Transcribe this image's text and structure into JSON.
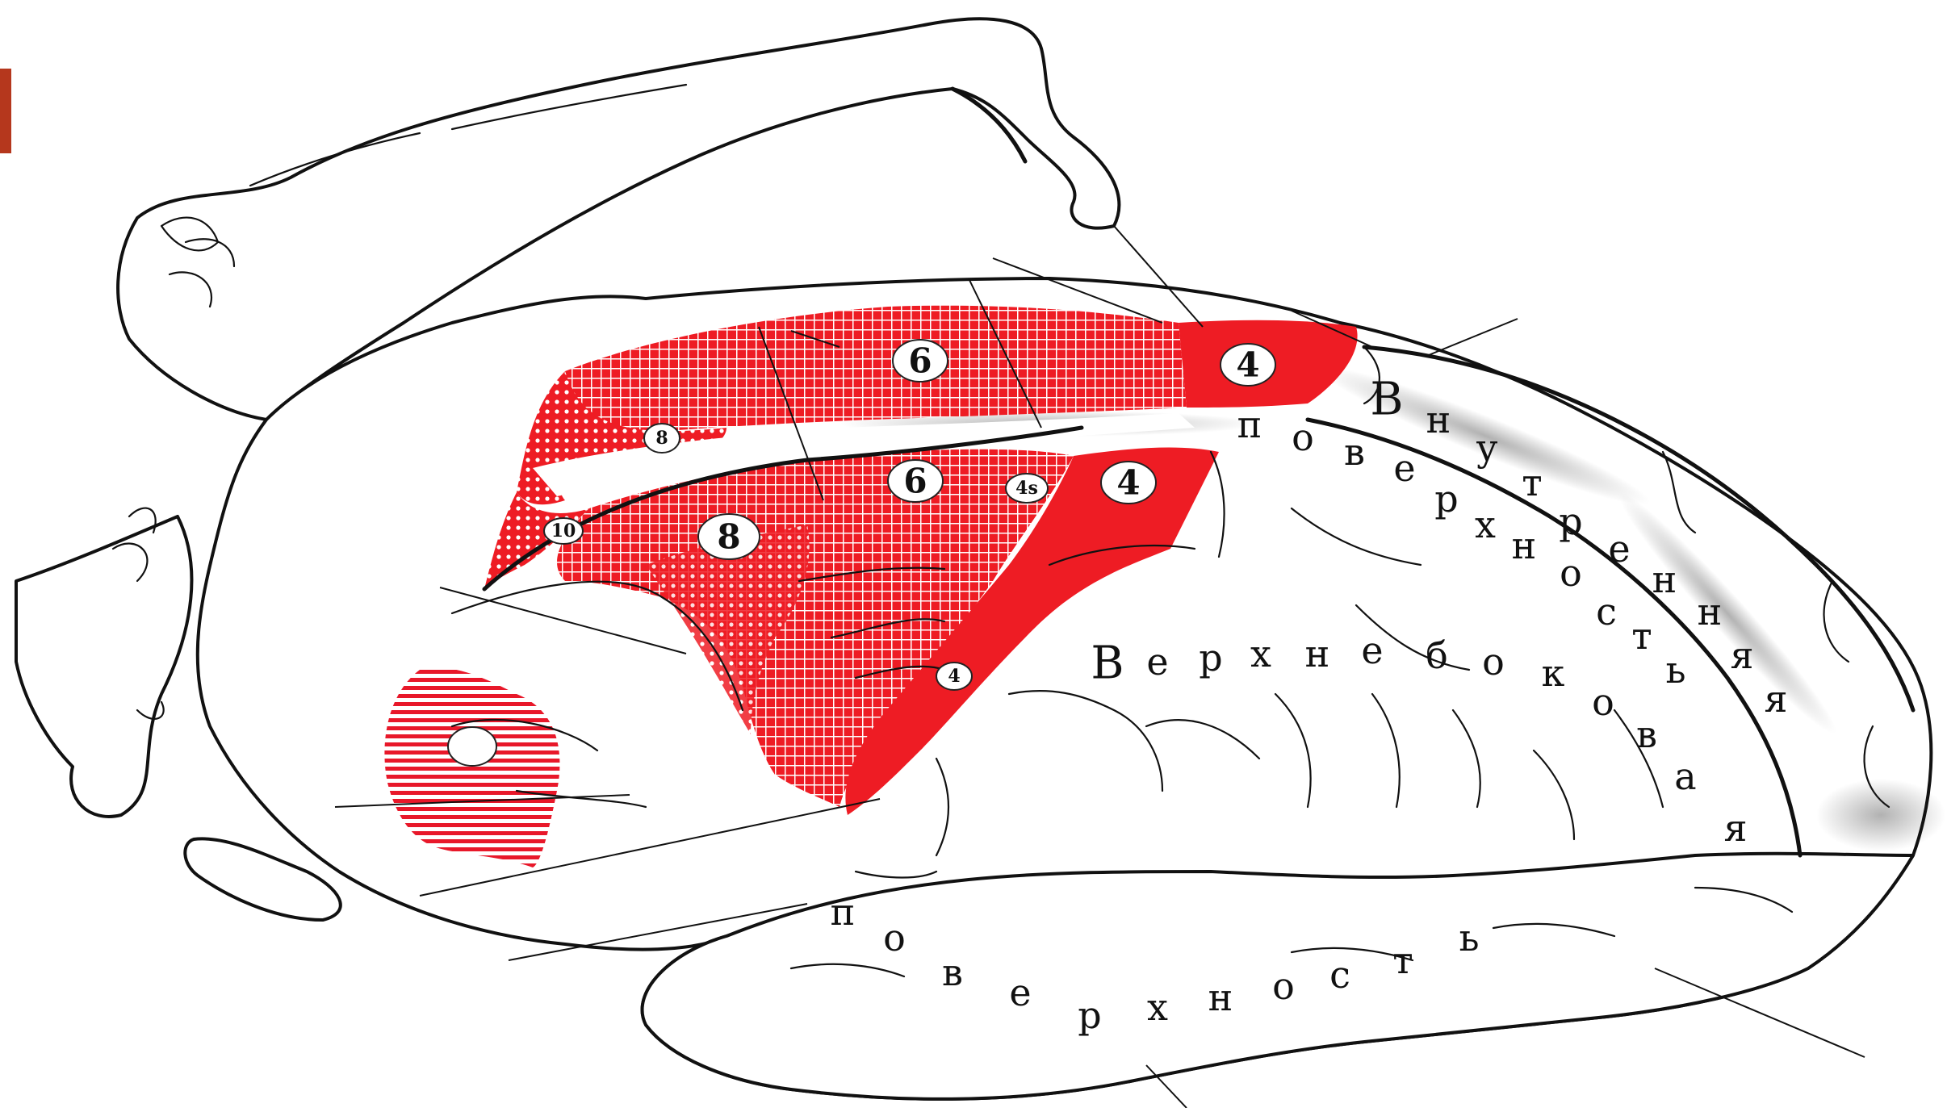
{
  "diagram": {
    "colors": {
      "field_red": "#ee1c24",
      "hatch_red": "#e8182a",
      "outline": "#111111",
      "corner_accent": "#b5371d",
      "background": "#ffffff"
    },
    "field_numbers": {
      "upper_6": "6",
      "upper_4": "4",
      "upper_8": "8",
      "lower_6": "6",
      "lower_4": "4",
      "lower_4_small": "4",
      "area_4s": "4s",
      "area_8_large": "8",
      "area_10": "10"
    },
    "surface_labels": {
      "medial": [
        "В",
        "н",
        "у",
        "т",
        "р",
        "е",
        "н",
        "н",
        "я",
        "я"
      ],
      "medial_2": [
        "п",
        "о",
        "в",
        "е",
        "р",
        "х",
        "н",
        "о",
        "с",
        "т",
        "ь"
      ],
      "superolateral": [
        "В",
        "е",
        "р",
        "х",
        "н",
        "е",
        "б",
        "о",
        "к",
        "о",
        "в",
        "а",
        "я"
      ],
      "bottom": [
        "п",
        "о",
        "в",
        "е",
        "р",
        "х",
        "н",
        "о",
        "с",
        "т",
        "ь"
      ]
    }
  }
}
